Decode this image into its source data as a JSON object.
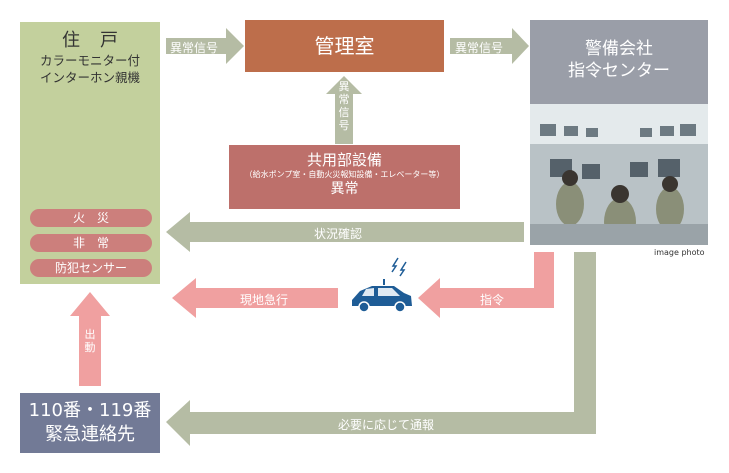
{
  "residence": {
    "title": "住戸",
    "subtitle_line1": "カラーモニター付",
    "subtitle_line2": "インターホン親機",
    "alarms": [
      "火　災",
      "非　常",
      "防犯センサー"
    ]
  },
  "management": {
    "label": "管理室"
  },
  "security_center": {
    "line1": "警備会社",
    "line2": "指令センター",
    "photo_caption": "image photo"
  },
  "shared_facilities": {
    "title": "共用部設備",
    "detail": "（給水ポンプ室・自動火災報知設備・エレベーター等）",
    "status": "異常"
  },
  "emergency_contact": {
    "line1": "110番・119番",
    "line2": "緊急連絡先"
  },
  "arrows": {
    "res_to_mgmt": "異常信号",
    "mgmt_to_center": "異常信号",
    "shared_to_mgmt": "異常信号",
    "status_check": "状況確認",
    "command": "指令",
    "rush": "現地急行",
    "dispatch": "出動",
    "notify": "必要に応じて通報"
  },
  "colors": {
    "green_arrow": "#b5bca4",
    "pink_arrow": "#f0a0a0",
    "residence_bg": "#c3d09d",
    "management_bg": "#bd6e4b",
    "center_bg": "#9a9ea8",
    "shared_bg": "#bd706b",
    "emergency_bg": "#727a96",
    "pill_bg": "#cc7f7c",
    "car": "#1e5c96"
  }
}
